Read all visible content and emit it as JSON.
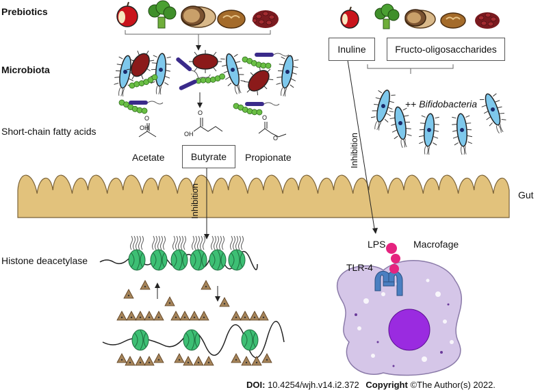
{
  "rows": {
    "prebiotics": "Prebiotics",
    "microbiota": "Microbiota",
    "scfa": "Short-chain fatty acids",
    "hdac": "Histone deacetylase"
  },
  "acids": {
    "acetate": "Acetate",
    "butyrate": "Butyrate",
    "propionate": "Propionate",
    "oh": "OH",
    "o": "O"
  },
  "right": {
    "inuline": "Inuline",
    "fos": "Fructo-oligosaccharides",
    "bifido_prefix": "++ ",
    "bifido": "Bifidobacteria",
    "lps": "LPS",
    "macrophage": "Macrofage",
    "tlr4": "TLR-4"
  },
  "gut": "Gut",
  "inhibition": "Inhibition",
  "footer": {
    "doi_label": "DOI:",
    "doi": "10.4254/wjh.v14.i2.372",
    "copyright_label": "Copyright",
    "copyright": "©The Author(s) 2022."
  },
  "colors": {
    "gut": "#e2c27c",
    "bacteria_blue": "#7ec8ec",
    "bacteria_red": "#8b1a1a",
    "chain_green": "#6abf45",
    "nucleosome": "#3dbf74",
    "lps": "#e5237f",
    "tlr4": "#4a7fc1",
    "macrophage": "#d5c6e8",
    "nucleus": "#9a2be0"
  }
}
